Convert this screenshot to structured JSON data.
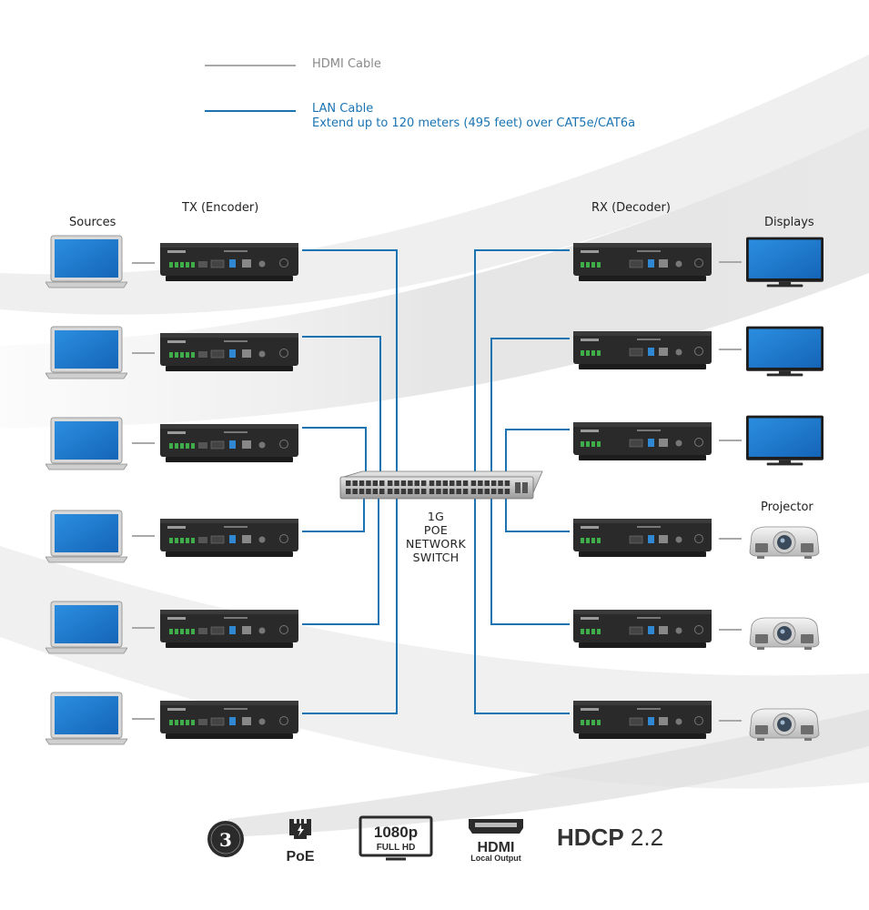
{
  "legend": {
    "hdmi_label": "HDMI Cable",
    "lan_label": "LAN Cable",
    "lan_detail": "Extend up to 120 meters (495 feet) over CAT5e/CAT6a",
    "hdmi_color": "#a9a9a9",
    "lan_color": "#1a74b3"
  },
  "columns": {
    "sources": "Sources",
    "tx": "TX (Encoder)",
    "rx": "RX (Decoder)",
    "displays": "Displays",
    "projector": "Projector"
  },
  "switch": {
    "line1": "1G",
    "line2": "POE",
    "line3": "NETWORK",
    "line4": "SWITCH"
  },
  "badges": {
    "warranty_number": "3",
    "poe": "PoE",
    "resolution": "1080p",
    "full_hd": "FULL HD",
    "hdmi": "HDMI",
    "hdmi_sub": "Local Output",
    "hdcp_bold": "HDCP",
    "hdcp_version": "2.2"
  },
  "icons": {
    "source": "laptop-icon",
    "tx": "encoder-icon",
    "rx": "decoder-icon",
    "display": "monitor-icon",
    "projector": "projector-icon",
    "switch": "network-switch-icon"
  },
  "colors": {
    "screen_blue": "#1a7fd1",
    "device_dark": "#2b2b2b"
  }
}
